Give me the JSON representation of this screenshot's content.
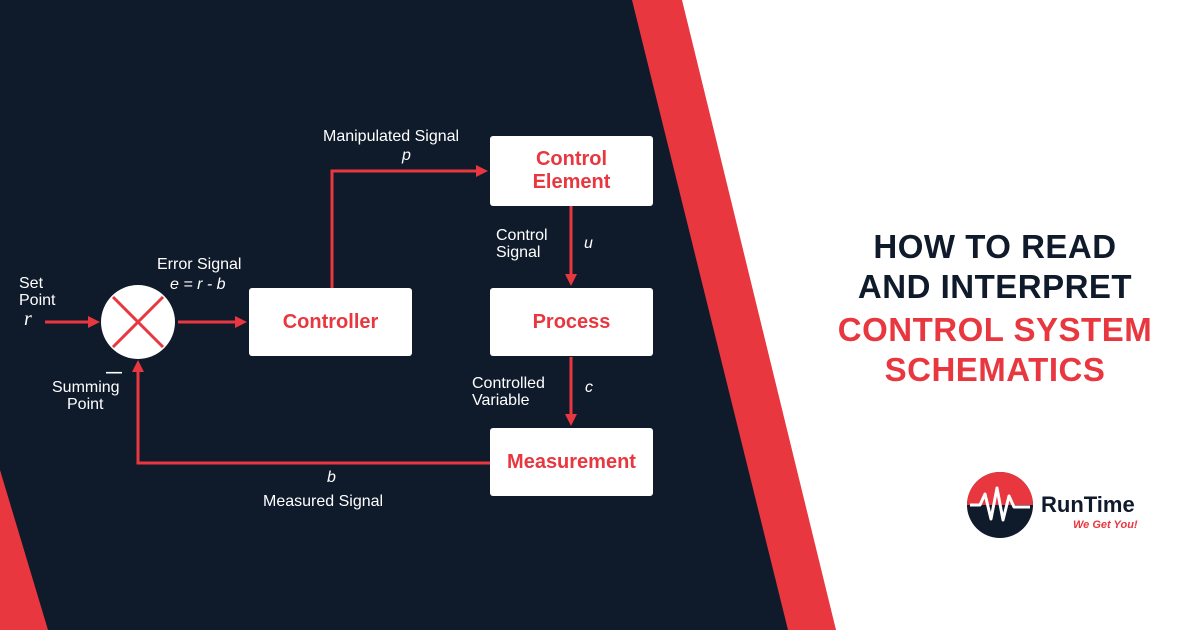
{
  "diagram": {
    "inputs": {
      "set_point": [
        "Set",
        "Point"
      ],
      "r": "r"
    },
    "summing": {
      "minus": "—",
      "label": [
        "Summing",
        "Point"
      ]
    },
    "error_signal": {
      "label": "Error Signal",
      "eq": "e = r - b"
    },
    "manipulated_signal": {
      "label": "Manipulated Signal",
      "symbol": "p"
    },
    "control_signal": {
      "label": [
        "Control",
        "Signal"
      ],
      "symbol": "u"
    },
    "controlled_variable": {
      "label": [
        "Controlled",
        "Variable"
      ],
      "symbol": "c"
    },
    "measured_signal": {
      "symbol": "b",
      "label": "Measured Signal"
    },
    "blocks": {
      "controller": "Controller",
      "control_element": [
        "Control",
        "Element"
      ],
      "process": "Process",
      "measurement": "Measurement"
    }
  },
  "headline": {
    "line1": "HOW TO READ",
    "line2": "AND INTERPRET",
    "line3": "CONTROL SYSTEM",
    "line4": "SCHEMATICS"
  },
  "brand": {
    "name": "RunTime",
    "tagline": "We Get You!"
  },
  "colors": {
    "navy": "#0f1a2b",
    "red": "#e8373f",
    "white": "#ffffff"
  }
}
